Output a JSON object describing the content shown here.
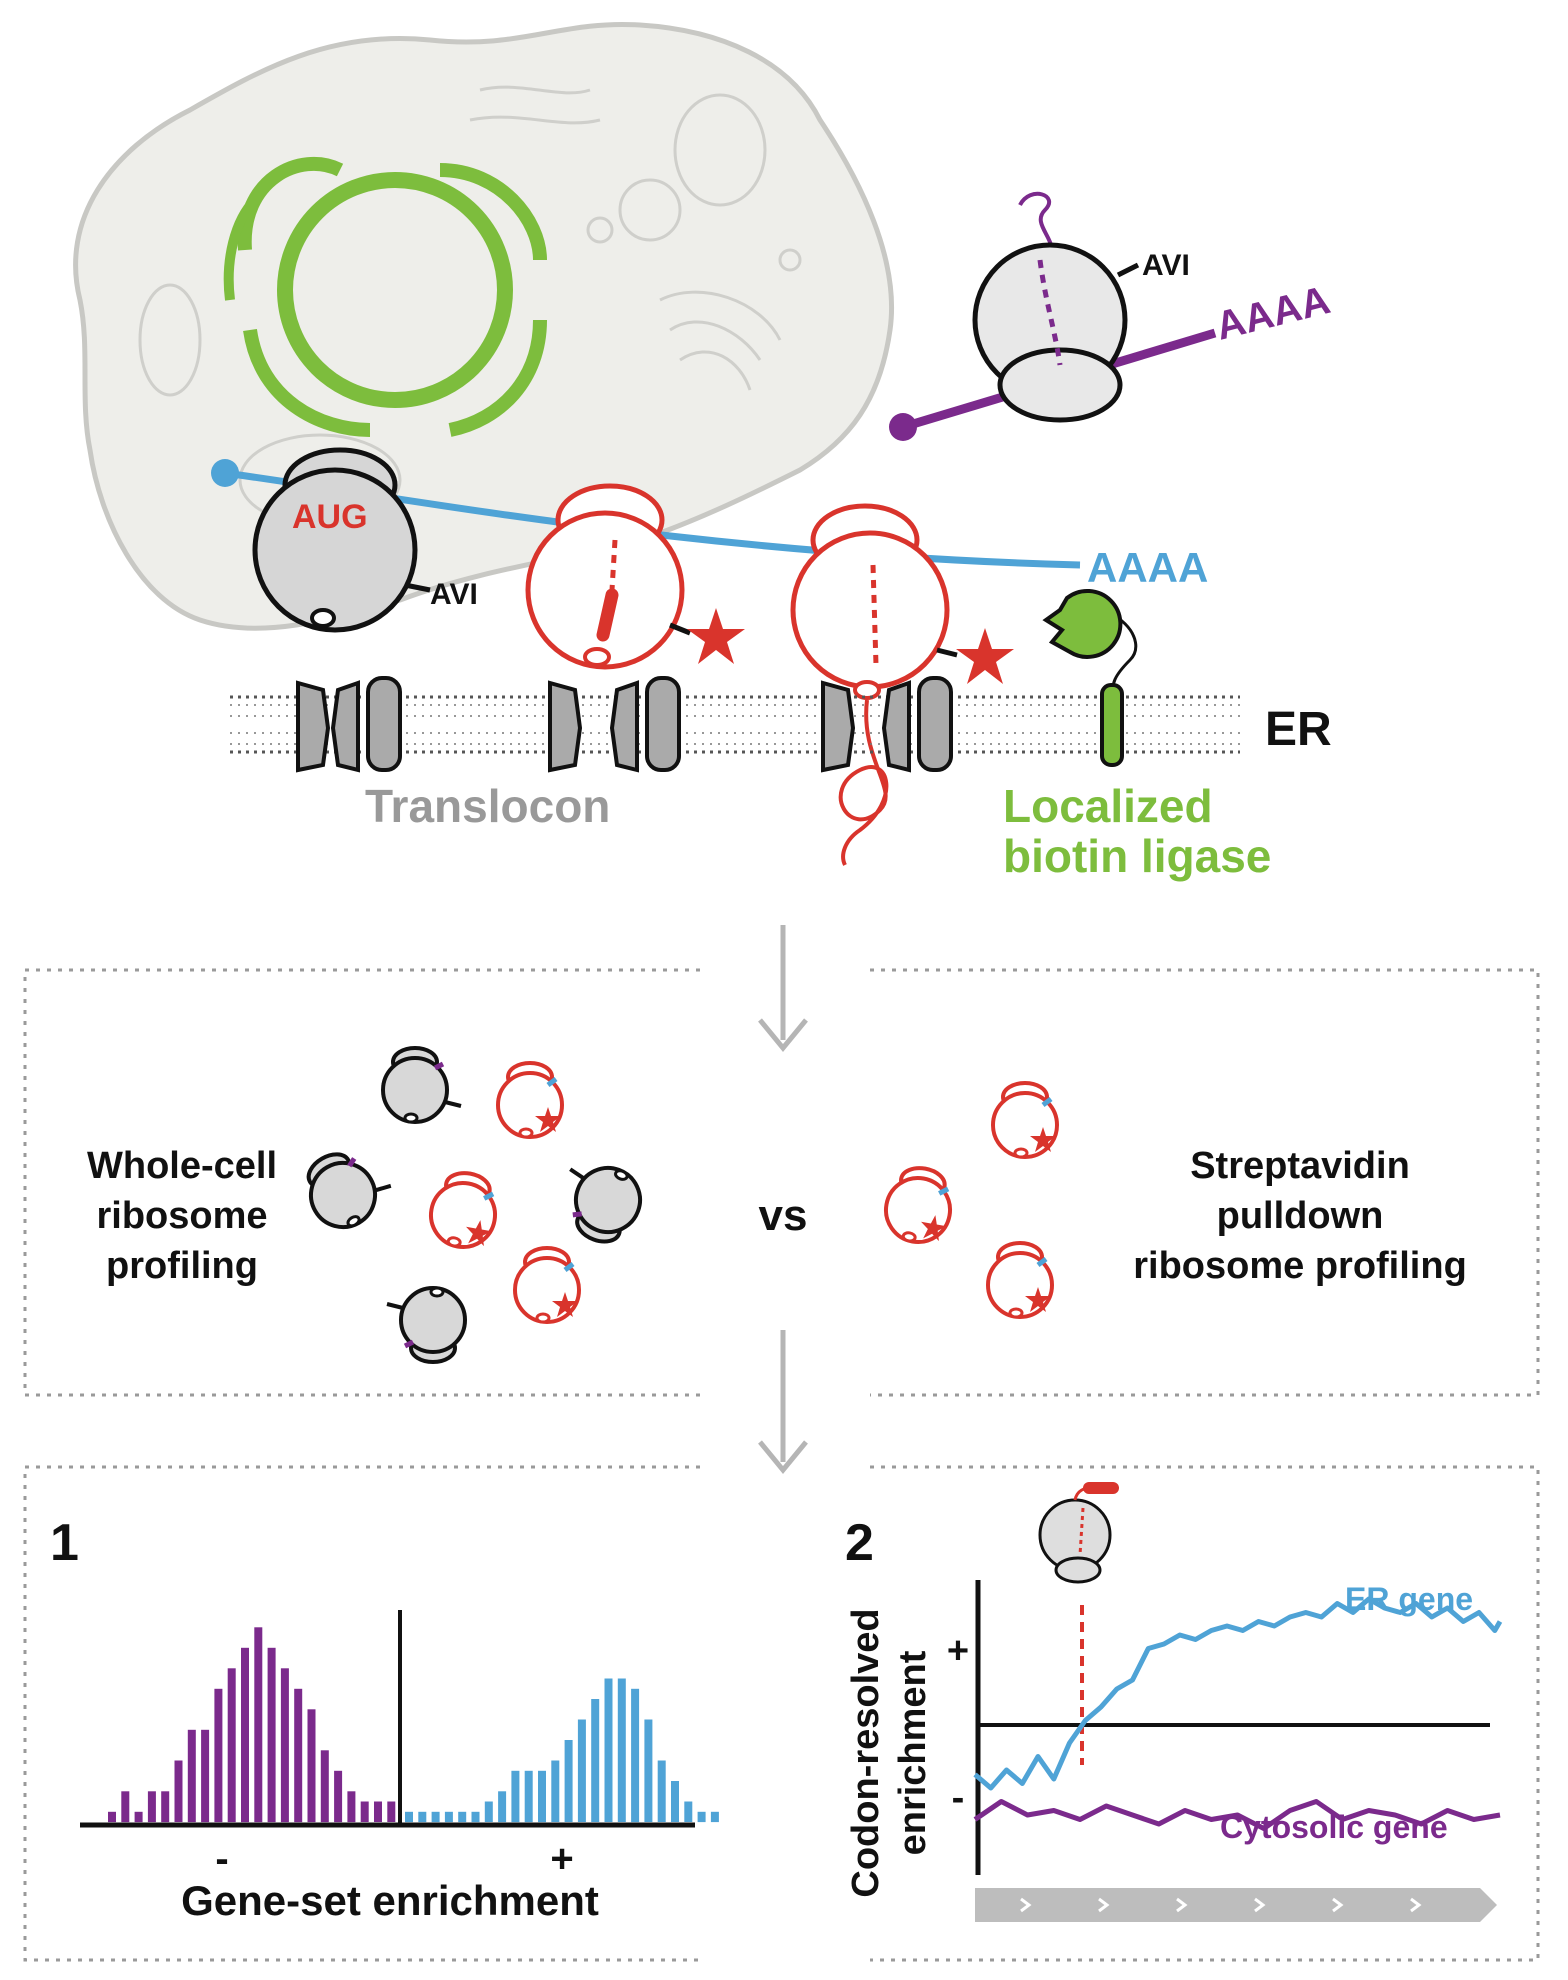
{
  "top": {
    "ribosome_purple": {
      "avi": "AVI",
      "polya": "AAAA",
      "color": "#7b2a8c"
    },
    "ribosome_black": {
      "start_codon": "AUG",
      "avi": "AVI"
    },
    "mrna_polya": "AAAA",
    "er_label": "ER",
    "translocon_label": "Translocon",
    "ligase_label_line1": "Localized",
    "ligase_label_line2": "biotin ligase"
  },
  "comparison": {
    "left_line1": "Whole-cell",
    "left_line2": "ribosome",
    "left_line3": "profiling",
    "vs": "vs",
    "right_line1": "Streptavidin",
    "right_line2": "pulldown",
    "right_line3": "ribosome profiling"
  },
  "panel1": {
    "number": "1",
    "minus": "-",
    "plus": "+",
    "xlabel": "Gene-set enrichment"
  },
  "panel2": {
    "number": "2",
    "ylabel_line1": "Codon-resolved",
    "ylabel_line2": "enrichment",
    "plus": "+",
    "minus": "-",
    "er_series": "ER gene",
    "cyto_series": "Cytosolic gene"
  },
  "colors": {
    "er_blue": "#4fa3d6",
    "cyto_purple": "#7b2a8c",
    "red": "#d9342c",
    "green": "#7dbd3d",
    "gray": "#b5b5b5"
  },
  "chart_data": [
    {
      "type": "bar",
      "title": "",
      "xlabel": "Gene-set enrichment",
      "ylabel": "",
      "series": [
        {
          "values": [
            1,
            3,
            1,
            3,
            3,
            6,
            9,
            9,
            13,
            15,
            17,
            19,
            17,
            15,
            13,
            11,
            7,
            5,
            3,
            2,
            2,
            2
          ]
        },
        {
          "values": [
            1,
            1,
            1,
            1,
            1,
            1,
            2,
            3,
            5,
            5,
            5,
            6,
            8,
            10,
            12,
            14,
            14,
            13,
            10,
            6,
            4,
            2,
            1,
            1
          ]
        }
      ],
      "ylim": [
        0,
        20
      ]
    },
    {
      "type": "line",
      "title": "",
      "xlabel": "",
      "ylabel": "Codon-resolved enrichment",
      "xlim": [
        0,
        100
      ],
      "ylim": [
        -1.5,
        1.5
      ],
      "series": [
        {
          "name": "ER gene",
          "x": [
            0,
            3,
            6,
            9,
            12,
            15,
            18,
            21,
            24,
            27,
            30,
            33,
            36,
            39,
            42,
            45,
            48,
            51,
            54,
            57,
            60,
            63,
            66,
            69,
            72,
            75,
            78,
            81,
            84,
            87,
            90,
            93,
            96,
            99,
            100
          ],
          "y": [
            -0.55,
            -0.7,
            -0.5,
            -0.65,
            -0.35,
            -0.6,
            -0.2,
            0.05,
            0.2,
            0.4,
            0.5,
            0.85,
            0.9,
            1.0,
            0.95,
            1.05,
            1.1,
            1.05,
            1.15,
            1.1,
            1.2,
            1.25,
            1.2,
            1.35,
            1.25,
            1.4,
            1.3,
            1.25,
            1.35,
            1.2,
            1.3,
            1.15,
            1.25,
            1.05,
            1.15
          ]
        },
        {
          "name": "Cytosolic gene",
          "x": [
            0,
            5,
            10,
            15,
            20,
            25,
            30,
            35,
            40,
            45,
            50,
            55,
            60,
            65,
            70,
            75,
            80,
            85,
            90,
            95,
            100
          ],
          "y": [
            -1.05,
            -0.85,
            -1.0,
            -0.95,
            -1.05,
            -0.9,
            -1.0,
            -1.1,
            -0.95,
            -1.05,
            -1.0,
            -1.15,
            -0.95,
            -0.85,
            -1.05,
            -0.95,
            -1.0,
            -1.1,
            -0.95,
            -1.05,
            -1.0
          ]
        }
      ]
    }
  ]
}
